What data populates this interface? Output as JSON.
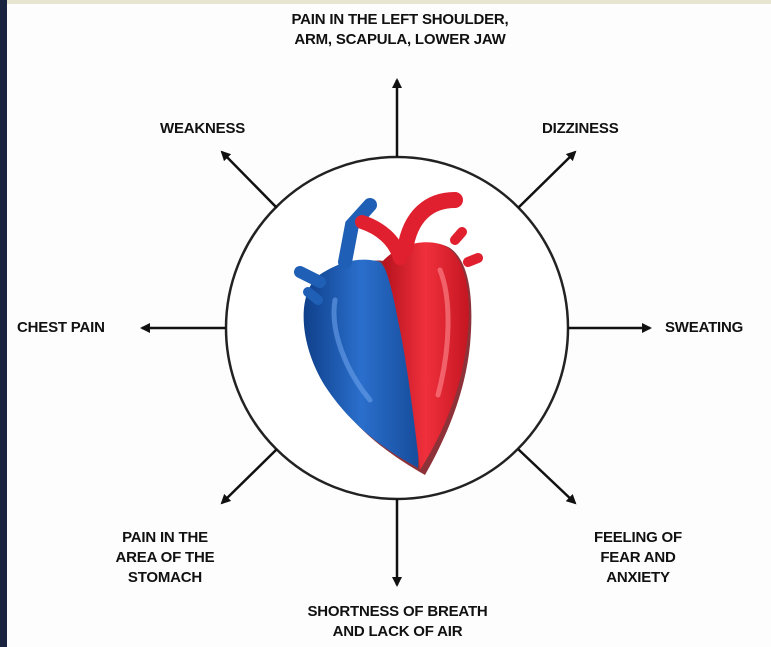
{
  "symptoms": {
    "top": [
      "PAIN IN THE LEFT SHOULDER,",
      "ARM, SCAPULA, LOWER JAW"
    ],
    "top_left": "WEAKNESS",
    "top_right": "DIZZINESS",
    "left": "CHEST PAIN",
    "right": "SWEATING",
    "bottom_left": [
      "PAIN IN THE",
      "AREA OF THE",
      "STOMACH"
    ],
    "bottom": [
      "SHORTNESS OF BREATH",
      "AND LACK OF AIR"
    ],
    "bottom_right": [
      "FEELING OF",
      "FEAR AND",
      "ANXIETY"
    ]
  },
  "colors": {
    "arrow": "#111111",
    "circle_stroke": "#222222",
    "heart_left": "#1f5fb5",
    "heart_right": "#e0202e"
  },
  "center_image": "heart-illustration"
}
